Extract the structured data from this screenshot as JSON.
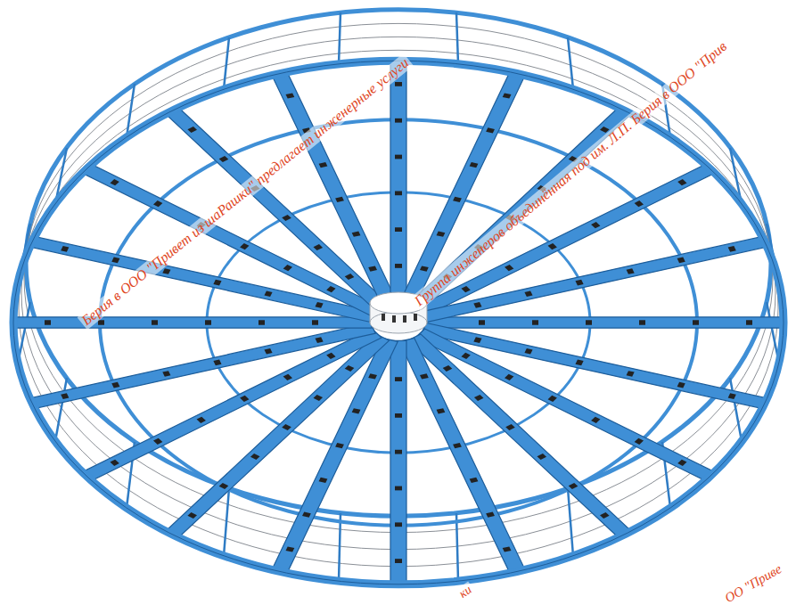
{
  "diagram": {
    "labels": [
      "Берия в ООО \"Привет из шаРашки\" предлагает инженерные услуги",
      "Группа инженеров объединённая под им. Л.П. Берия в ООО \"Прив",
      "ОО \"Приве",
      "ки"
    ]
  }
}
